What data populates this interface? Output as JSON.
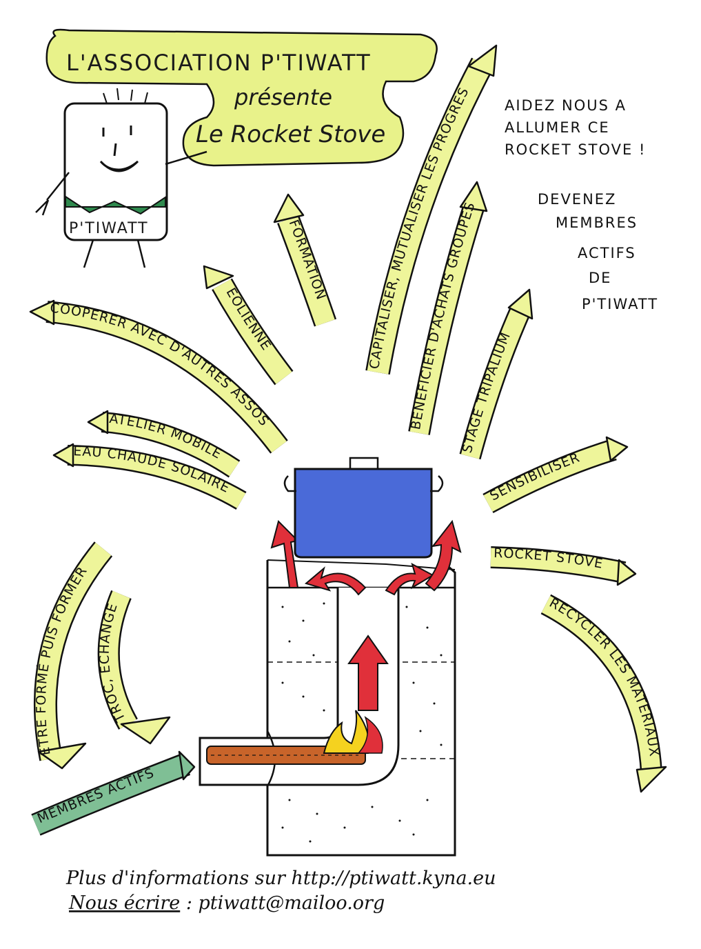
{
  "title": {
    "line1": "L'ASSOCIATION P'TIWATT",
    "line2": "présente",
    "line3": "Le Rocket Stove"
  },
  "mascot": {
    "label": "P'TIWATT"
  },
  "side_text": {
    "line1": "AIDEZ NOUS A",
    "line2": "ALLUMER CE",
    "line3": "ROCKET STOVE !",
    "line4": "DEVENEZ",
    "line5": "MEMBRES",
    "line6": "ACTIFS",
    "line7": "DE",
    "line8": "P'TIWATT"
  },
  "arrows": {
    "formation": "FORMATION",
    "capitaliser": "CAPITALISER, MUTUALISER LES PROGRES",
    "beneficier": "BENEFICIER D'ACHATS GROUPES",
    "stage": "STAGE TRIPALIUM",
    "eolienne": "EOLIENNE",
    "cooperer": "COOPERER AVEC D'AUTRES ASSOS",
    "atelier": "ATELIER MOBILE",
    "eau": "EAU CHAUDE SOLAIRE",
    "sensibiliser": "SENSIBILISER",
    "rocket": "ROCKET STOVE",
    "recycler": "RECYCLER LES MATERIAUX",
    "etre_forme": "ETRE FORMÉ PUIS FORMER",
    "troc": "TROC, ECHANGE",
    "membres": "MEMBRES ACTIFS"
  },
  "footer": {
    "line1": "Plus d'informations sur http://ptiwatt.kyna.eu",
    "prefix": "Nous écrire",
    "line2": " : ptiwatt@mailoo.org"
  },
  "colors": {
    "arrow_yellow": "#eef59a",
    "arrow_green": "#7fbf95",
    "pot_blue": "#4a6ad8",
    "flame_red": "#e0303a",
    "flame_yellow": "#f5d21f",
    "wood_brown": "#c8642a",
    "shirt_green": "#2f8a4e",
    "title_bubble": "#e8f28a"
  }
}
